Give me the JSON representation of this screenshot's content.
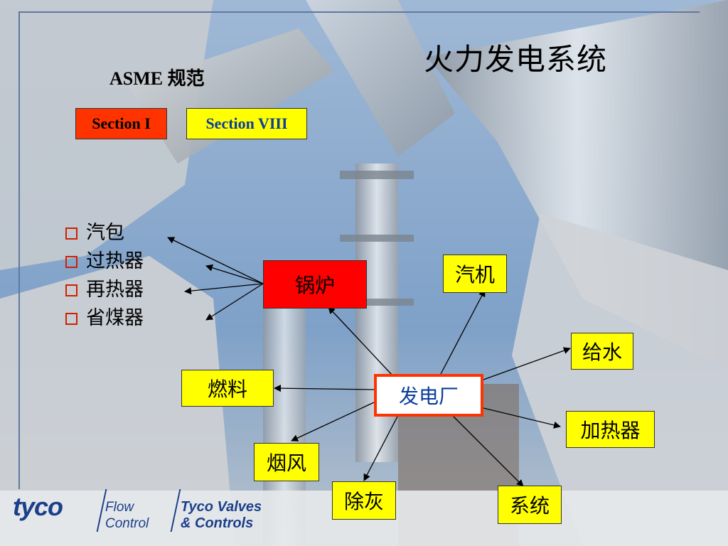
{
  "slide": {
    "title": "火力发电系统",
    "asme_label": "ASME 规范",
    "sections": [
      "Section I",
      "Section VIII"
    ],
    "boiler_parts": [
      "汽包",
      "过热器",
      "再热器",
      "省煤器"
    ],
    "nodes": {
      "center": "发电厂",
      "boiler": "锅炉",
      "turbine": "汽机",
      "water": "给水",
      "heater": "加热器",
      "system": "系统",
      "ash": "除灰",
      "flue": "烟风",
      "fuel": "燃料"
    }
  },
  "logo": {
    "brand": "tyco",
    "line1": "Flow",
    "line2": "Control",
    "line3": "Tyco Valves",
    "line4": "& Controls"
  },
  "colors": {
    "accent_red": "#ff0000",
    "highlight_yellow": "#ffff00",
    "brand_blue": "#1c3f8a",
    "text_blue": "#0a3d9e"
  }
}
